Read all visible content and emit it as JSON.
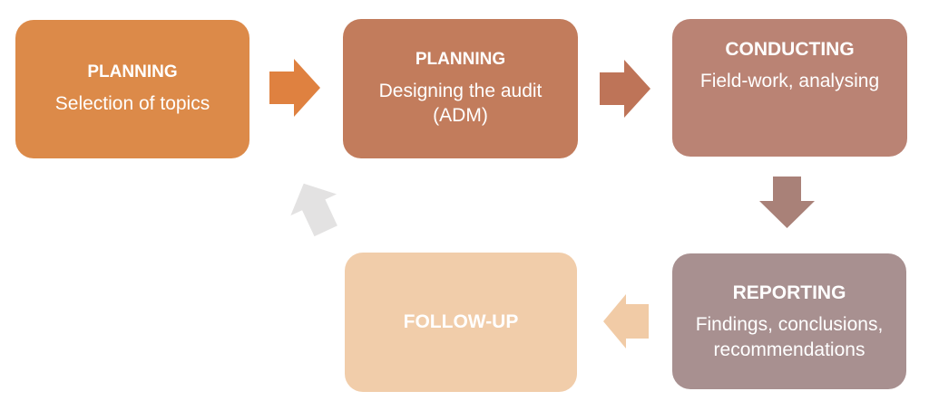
{
  "colors": {
    "background": "#FFFFFF",
    "text": "#FFFFFF"
  },
  "boxes": {
    "planning1": {
      "title": "PLANNING",
      "body": "Selection of topics",
      "color": "#DC8A49"
    },
    "planning2": {
      "title": "PLANNING",
      "body": "Designing the audit\n(ADM)",
      "color": "#C27C5C"
    },
    "conducting": {
      "title": "CONDUCTING",
      "body": "Field-work, analysing",
      "color": "#BA8374"
    },
    "reporting": {
      "title": "REPORTING",
      "body": "Findings, conclusions,\nrecommendations",
      "color": "#A89090"
    },
    "followup": {
      "title": "FOLLOW-UP",
      "color": "#F1CDAA"
    }
  },
  "arrows": {
    "planning1_to_planning2": {
      "direction": "right",
      "color": "#DF8140"
    },
    "planning2_to_conducting": {
      "direction": "right",
      "color": "#BE7458"
    },
    "conducting_to_reporting": {
      "direction": "down",
      "color": "#A98178"
    },
    "reporting_to_followup": {
      "direction": "left",
      "color": "#F1CBA6"
    },
    "followup_to_planning1": {
      "direction": "up-left",
      "color": "#E3E2E2"
    }
  }
}
